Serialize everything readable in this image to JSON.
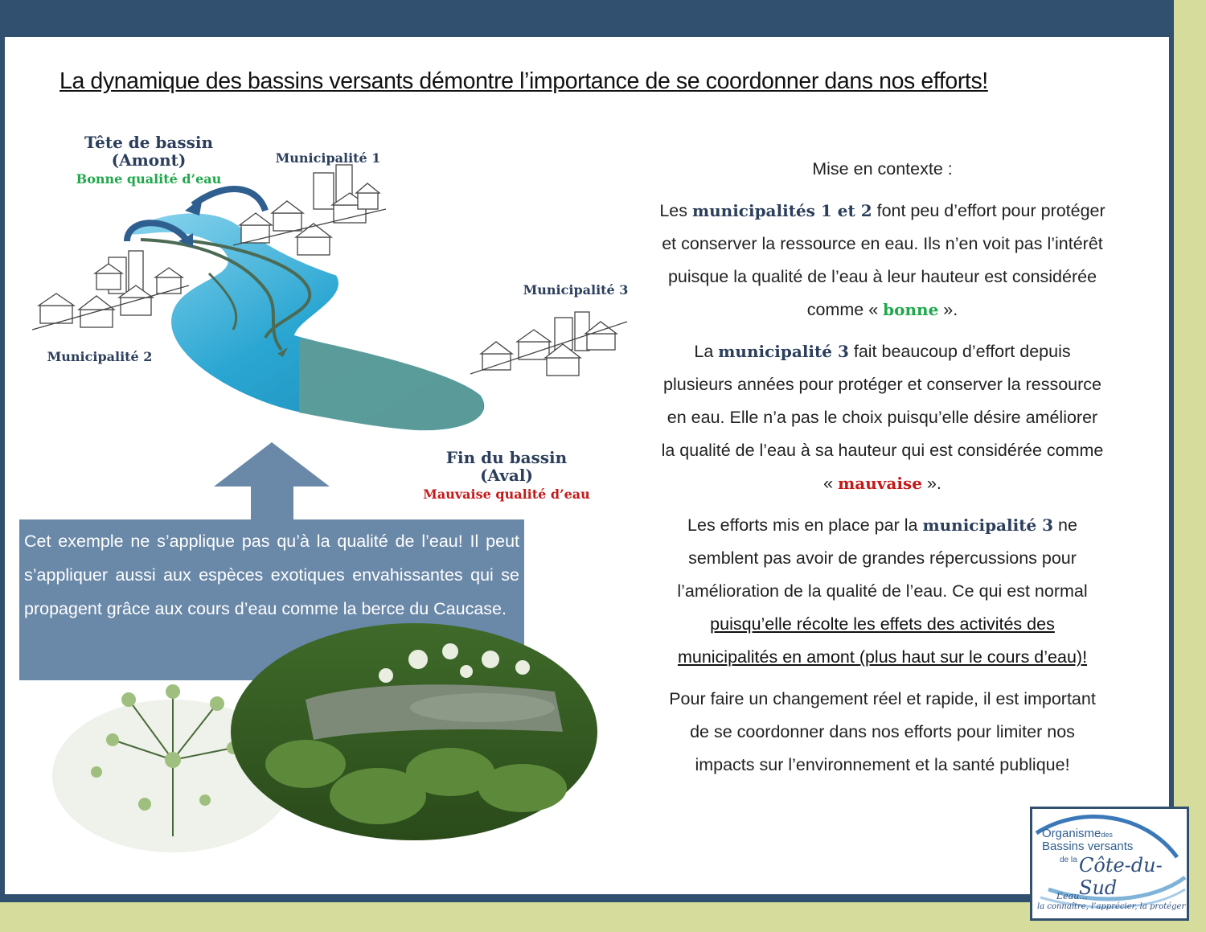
{
  "title": "La dynamique des bassins versants démontre l’importance de se coordonner dans nos efforts!",
  "diagram": {
    "head_line1": "Tête de bassin",
    "head_line2": "(Amont)",
    "head_quality": "Bonne qualité d’eau",
    "muni1": "Municipalité 1",
    "muni2": "Municipalité 2",
    "muni3": "Municipalité 3",
    "end_line1": "Fin du bassin",
    "end_line2": "(Aval)",
    "end_quality": "Mauvaise qualité d’eau"
  },
  "info_box": "Cet exemple ne s’applique pas qu’à la qualité de l’eau! Il peut s’appliquer aussi aux espèces exotiques envahissantes qui se propagent grâce aux cours d’eau comme la berce du Caucase.",
  "context": {
    "heading": "Mise en contexte :",
    "p1_a": "Les ",
    "p1_k": "municipalités 1 et 2",
    "p1_b": "  font peu d’effort pour protéger et conserver la ressource en eau. Ils n’en voit pas l’intérêt puisque la qualité de l’eau à leur hauteur est considérée comme « ",
    "p1_g": "bonne",
    "p1_c": " ».",
    "p2_a": "La ",
    "p2_k": "municipalité 3",
    "p2_b": " fait beaucoup d’effort depuis plusieurs années pour protéger et conserver la ressource en eau. Elle n’a pas le choix puisqu’elle désire améliorer la qualité de l’eau à sa hauteur qui est considérée comme « ",
    "p2_r": "mauvaise",
    "p2_c": " ».",
    "p3_a": "Les efforts mis en place par la ",
    "p3_k": "municipalité 3",
    "p3_b": " ne semblent pas avoir de grandes répercussions pour l’amélioration de la qualité de l’eau. Ce qui est normal ",
    "p3_u": "puisqu’elle récolte les effets des activités des municipalités en amont (plus haut sur le cours d’eau)!",
    "p4": "Pour faire un changement réel et rapide, il est important de se coordonner dans nos efforts pour limiter nos impacts sur l’environnement et la santé publique!"
  },
  "logo": {
    "line1": "Organisme",
    "line1_small": "des",
    "line2": "Bassins versants",
    "line3_small": "de la",
    "script": "Côte-du-Sud",
    "tagline1": "L’eau...",
    "tagline2": "la connaître, l’apprécier, la protéger"
  },
  "colors": {
    "frame": "#31506f",
    "background": "#d6dc9c",
    "river": "#2aa6d2",
    "river_end": "#5e9c98",
    "info_box": "#6a88a8",
    "label_blue": "#2b3e5c",
    "label_green": "#1ea84a",
    "label_red": "#c51a1a"
  }
}
